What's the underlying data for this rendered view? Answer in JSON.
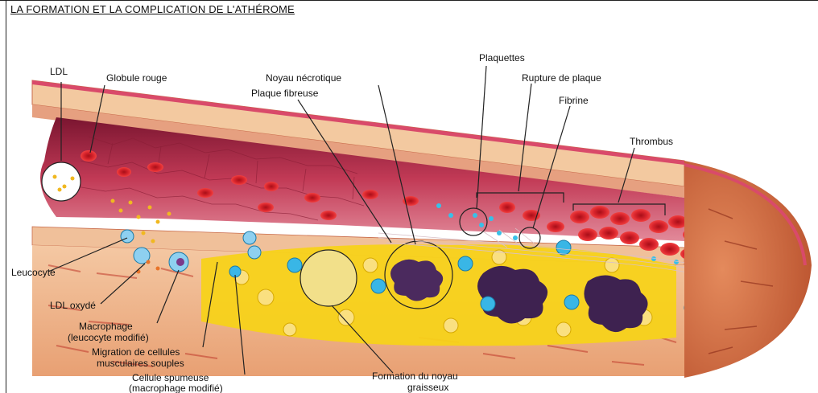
{
  "title": "LA FORMATION ET LA COMPLICATION DE L'ATHÉROME",
  "labels": {
    "ldl": "LDL",
    "globule_rouge": "Globule rouge",
    "noyau_necrotique": "Noyau nécrotique",
    "plaque_fibreuse": "Plaque fibreuse",
    "plaquettes": "Plaquettes",
    "rupture_plaque": "Rupture de plaque",
    "fibrine": "Fibrine",
    "thrombus": "Thrombus",
    "leucocyte": "Leucocyte",
    "ldl_oxyde": "LDL oxydé",
    "macrophage_1": "Macrophage",
    "macrophage_2": "(leucocyte modifié)",
    "migration_1": "Migration de cellules",
    "migration_2": "musculaires souples",
    "cellule_spumeuse_1": "Cellule spumeuse",
    "cellule_spumeuse_2": "(macrophage modifié)",
    "formation_noyau_1": "Formation du noyau",
    "formation_noyau_2": "graisseux"
  },
  "colors": {
    "artery_wall": "#e9a27a",
    "media_layer": "#f3c9a0",
    "intima_pink": "#c83a5a",
    "lumen_dark": "#9c1f3a",
    "fat_yellow": "#f7d21a",
    "red_cell": "#d11a24",
    "blue_cell": "#39b6e6",
    "necrotic": "#4b2a5e"
  }
}
